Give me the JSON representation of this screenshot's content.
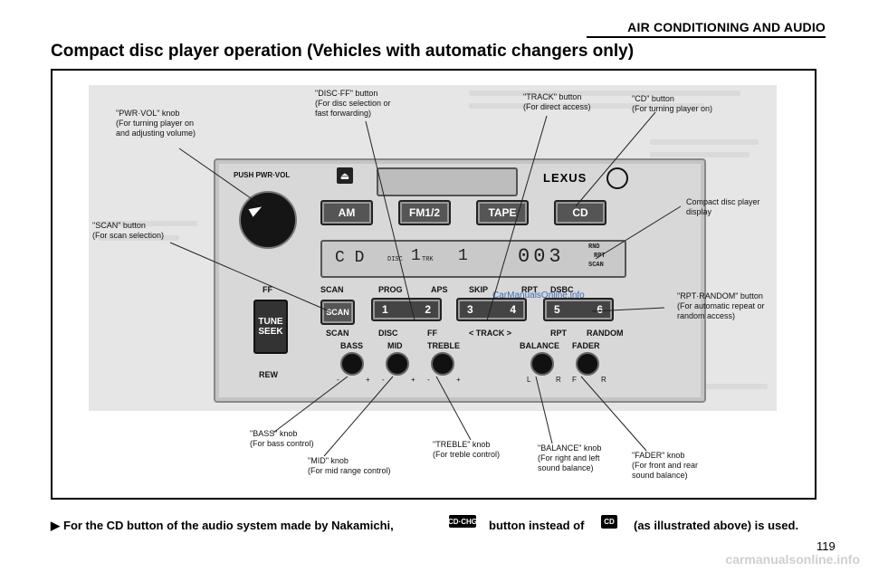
{
  "header": {
    "section": "AIR CONDITIONING AND AUDIO",
    "title": "Compact disc player operation (Vehicles with automatic changers only)"
  },
  "figure": {
    "panel": {
      "knob_label": "PUSH PWR·VOL",
      "eject_symbol": "⏏",
      "brand": "LEXUS",
      "buttons": [
        "AM",
        "FM1/2",
        "TAPE",
        "CD"
      ],
      "lcd": {
        "mode": "C D",
        "disc_label": "DISC",
        "disc_value": "1",
        "track_label": "TRK",
        "track_value": "1",
        "time": "003",
        "status": [
          "RND",
          "RPT",
          "SCAN"
        ]
      },
      "top_labels": [
        "SCAN",
        "PROG",
        "APS",
        "SKIP",
        "RPT",
        "DSBC"
      ],
      "side_label_ff": "FF",
      "side_label_rew": "REW",
      "tune_seek": [
        "TUNE",
        "SEEK"
      ],
      "scan_button": "SCAN",
      "presets": [
        {
          "left": "1",
          "right": "2"
        },
        {
          "left": "3",
          "right": "4"
        },
        {
          "left": "5",
          "right": "6"
        }
      ],
      "bottom_labels": [
        "SCAN",
        "DISC",
        "FF",
        "< TRACK >",
        "RPT",
        "RANDOM"
      ],
      "knob_labels": [
        "BASS",
        "MID",
        "TREBLE",
        "BALANCE",
        "FADER"
      ],
      "knob_scale": {
        "bass": [
          "-",
          "+"
        ],
        "mid": [
          "-",
          "+"
        ],
        "treble": [
          "-",
          "+"
        ],
        "balance": [
          "L",
          "R"
        ],
        "fader": [
          "F",
          "R"
        ]
      }
    },
    "callouts": {
      "pwr_vol": "\"PWR·VOL\" knob\n(For turning player on\nand adjusting volume)",
      "disc_ff": "\"DISC·FF\" button\n(For disc selection or\nfast forwarding)",
      "track": "\"TRACK\" button\n(For direct access)",
      "cd": "\"CD\" button\n(For turning player on)",
      "display": "Compact disc player\ndisplay",
      "scan": "\"SCAN\" button\n(For scan selection)",
      "rpt_random": "\"RPT·RANDOM\" button\n(For automatic repeat or\nrandom access)",
      "bass": "\"BASS\" knob\n(For bass control)",
      "mid": "\"MID\" knob\n(For mid range control)",
      "treble": "\"TREBLE\" knob\n(For treble control)",
      "balance": "\"BALANCE\" knob\n(For right and left\nsound balance)",
      "fader": "\"FADER\" knob\n(For front and rear\nsound balance)"
    },
    "watermark": "CarManualsOnline.info"
  },
  "footer": {
    "arrow": "▶",
    "note_part1": "For the CD button of the audio system made by Nakamichi,",
    "icon_nakamichi": "CD·CHG",
    "note_part2": "button instead of",
    "icon_cd": "CD",
    "note_part3": "(as illustrated above) is used.",
    "page_number": "119",
    "site": "carmanualsonline.info"
  }
}
